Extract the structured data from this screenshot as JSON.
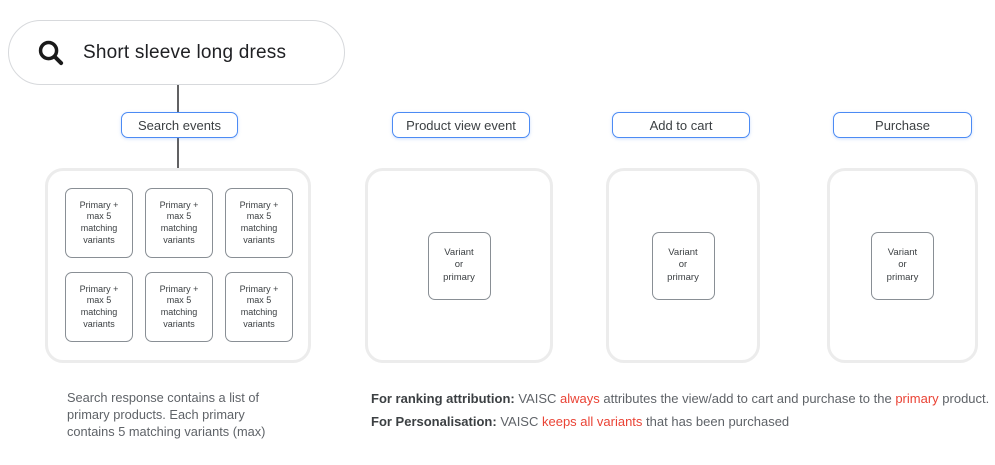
{
  "colors": {
    "accent_blue": "#4c8bf4",
    "alert_red": "#ea4335",
    "text_dark": "#202124",
    "text_gray": "#5f6368",
    "container_border": "#ececec",
    "box_border": "#898f95"
  },
  "search": {
    "query": "Short sleeve long dress",
    "icon": "search-icon"
  },
  "columns": [
    {
      "label": "Search events",
      "box_text": "Primary +\nmax 5\nmatching\nvariants",
      "box_count": 6
    },
    {
      "label": "Product view event",
      "box_text": "Variant\nor\nprimary",
      "box_count": 1
    },
    {
      "label": "Add to cart",
      "box_text": "Variant\nor\nprimary",
      "box_count": 1
    },
    {
      "label": "Purchase",
      "box_text": "Variant\nor\nprimary",
      "box_count": 1
    }
  ],
  "notes": {
    "search_note": {
      "line1": "Search response contains a list of",
      "line2": "primary products. Each primary",
      "line3": "contains 5 matching variants (max)"
    },
    "ranking": {
      "seg1": "For ranking attribution:",
      "seg2": " VAISC ",
      "seg3": "always",
      "seg4": " attributes the view/add to cart and purchase to the ",
      "seg5": "primary",
      "seg6": " product."
    },
    "personalisation": {
      "seg1": "For Personalisation:",
      "seg2": " VAISC ",
      "seg3": "keeps all variants",
      "seg4": " that has been purchased"
    }
  }
}
